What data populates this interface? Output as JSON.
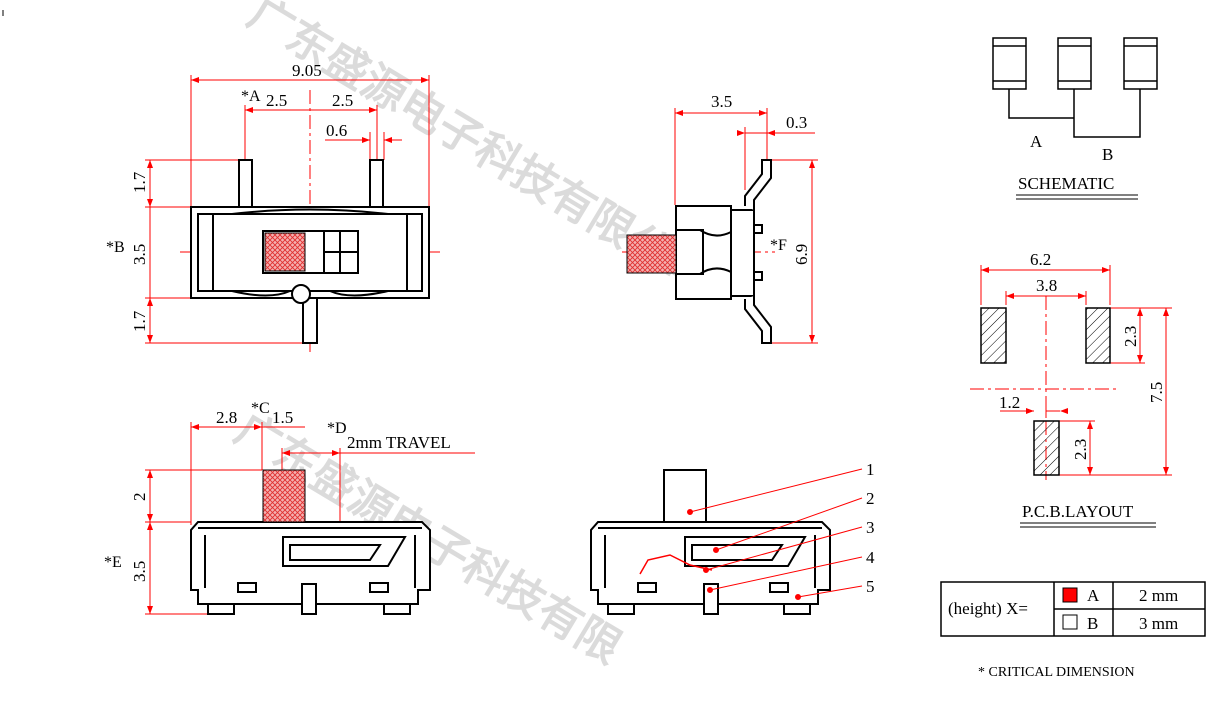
{
  "watermark": {
    "text": "广东盛源电子科技有限公司",
    "second_text": "广东盛源电子科技有限"
  },
  "top_view": {
    "overall_width": "9.05",
    "marker_A": "*A",
    "left_pitch": "2.5",
    "right_pitch": "2.5",
    "pin_width": "0.6",
    "top_pin_height": "1.7",
    "marker_B": "*B",
    "body_height": "3.5",
    "bottom_pin_height": "1.7"
  },
  "side_view": {
    "depth": "3.5",
    "thickness": "0.3",
    "marker_F": "*F",
    "height": "6.9"
  },
  "front_view": {
    "offset": "2.8",
    "marker_C": "*C",
    "knob_width": "1.5",
    "marker_D": "*D",
    "travel": "2mm TRAVEL",
    "knob_height": "2",
    "marker_E": "*E",
    "body_height": "3.5"
  },
  "parts_view": {
    "callouts": [
      "1",
      "2",
      "3",
      "4",
      "5"
    ]
  },
  "schematic": {
    "label_A": "A",
    "label_B": "B",
    "title": "SCHEMATIC"
  },
  "pcb_layout": {
    "pad_span": "6.2",
    "pad_gap": "3.8",
    "pad_height": "2.3",
    "total_height": "7.5",
    "center_offset": "1.2",
    "bottom_pad_height": "2.3",
    "title": "P.C.B.LAYOUT"
  },
  "height_table": {
    "row_label": "(height)  X=",
    "rows": [
      {
        "code": "A",
        "value": "2 mm",
        "swatch": "#ff0000"
      },
      {
        "code": "B",
        "value": "3 mm",
        "swatch": "#ffffff"
      }
    ]
  },
  "footnote": "* CRITICAL  DIMENSION",
  "colors": {
    "dimension": "#ff0000",
    "outline": "#000000",
    "hatch": "#e03030"
  }
}
